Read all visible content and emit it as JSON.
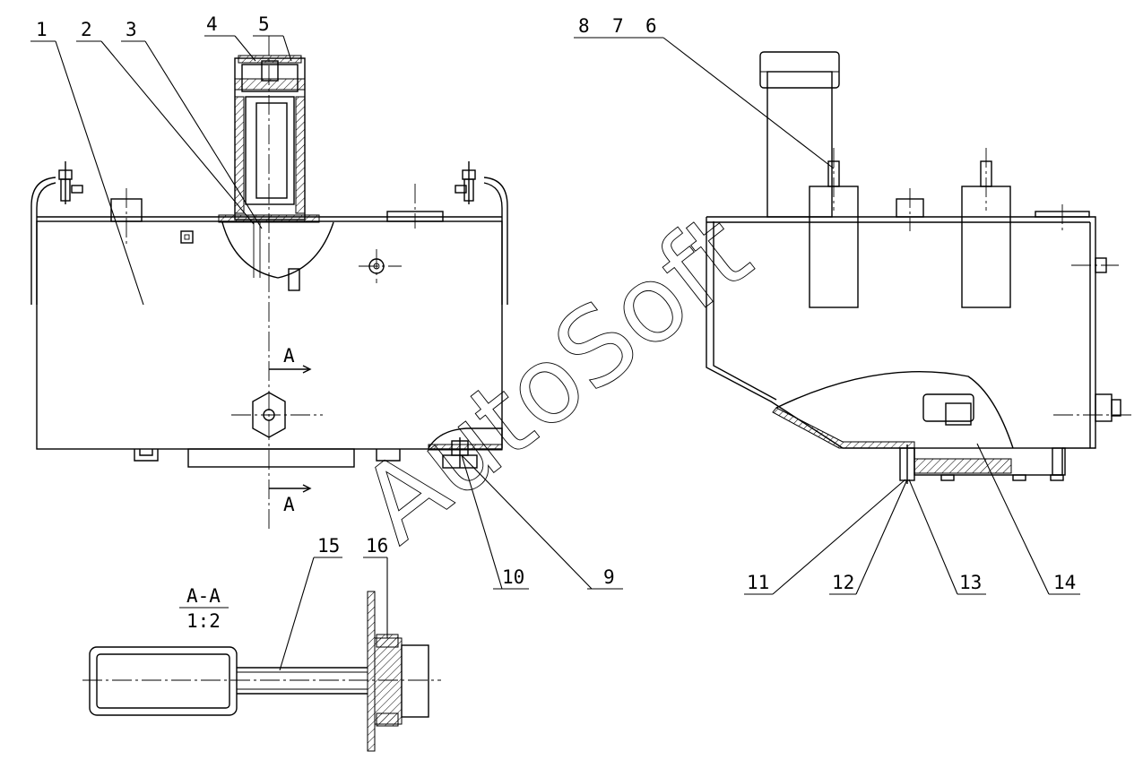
{
  "drawing": {
    "callouts": [
      "1",
      "2",
      "3",
      "4",
      "5",
      "6",
      "7",
      "8",
      "9",
      "10",
      "11",
      "12",
      "13",
      "14",
      "15",
      "16"
    ],
    "section_mark": "A",
    "section_title": "A-A",
    "section_scale": "1:2",
    "watermark": "AutoSoft"
  }
}
